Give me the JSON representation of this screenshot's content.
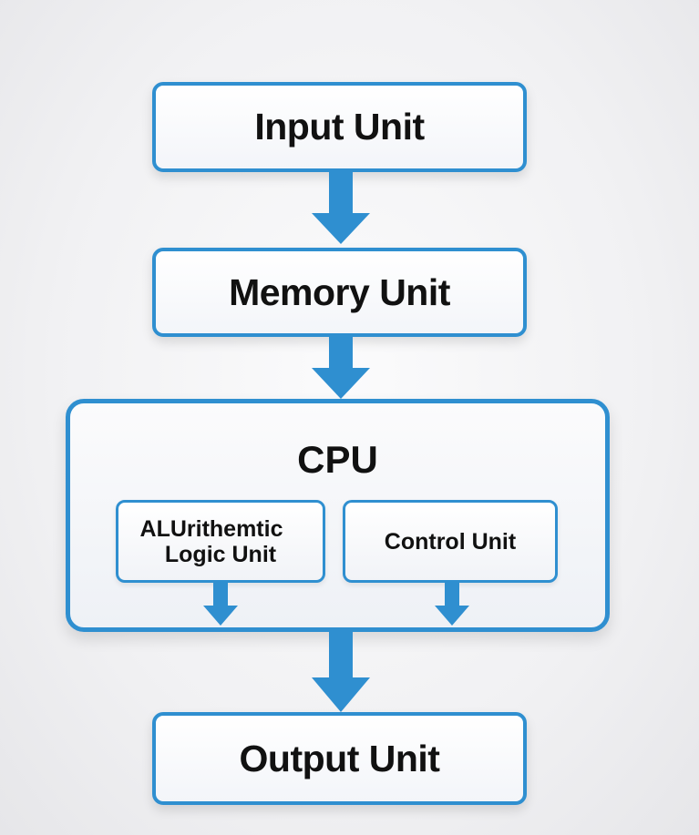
{
  "diagram": {
    "type": "flowchart",
    "accent_color": "#2f8fd0",
    "nodes": {
      "input": "Input Unit",
      "memory": "Memory Unit",
      "cpu": {
        "title": "CPU",
        "alu_line1": "ALUrithemtic",
        "alu_line2": "Logic Unit",
        "control": "Control Unit"
      },
      "output": "Output Unit"
    },
    "edges": [
      {
        "from": "Input Unit",
        "to": "Memory Unit"
      },
      {
        "from": "Memory Unit",
        "to": "CPU"
      },
      {
        "from": "ALUrithemtic Logic Unit",
        "to": "CPU boundary"
      },
      {
        "from": "Control Unit",
        "to": "CPU boundary"
      },
      {
        "from": "CPU",
        "to": "Output Unit"
      }
    ]
  }
}
